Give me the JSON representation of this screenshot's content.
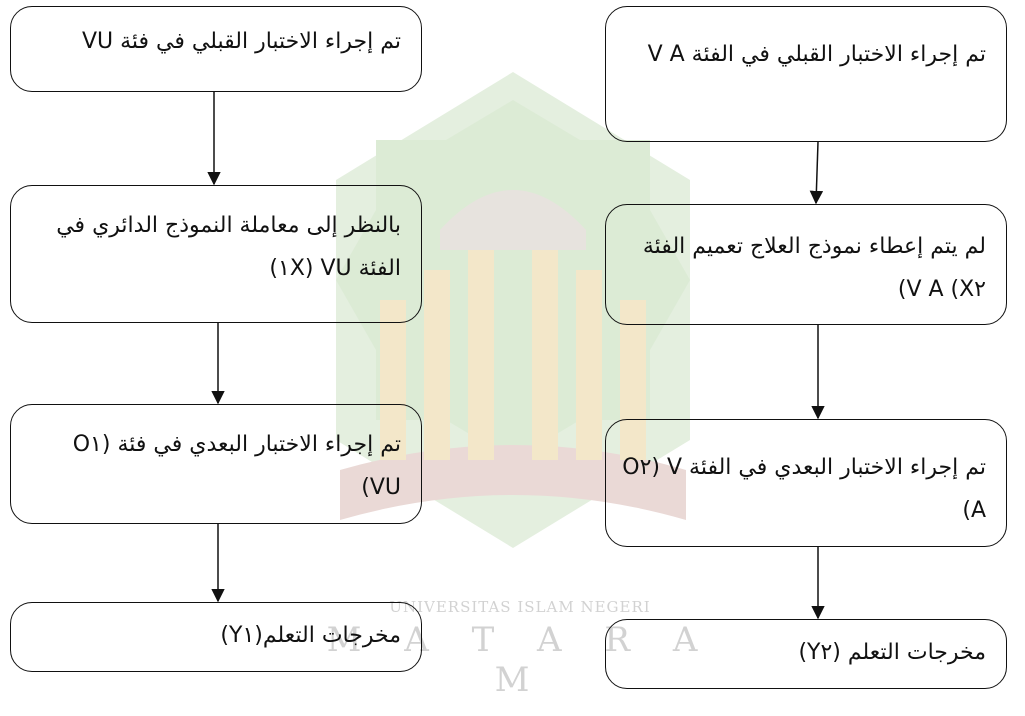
{
  "watermark": {
    "institution": "UNIVERSITAS ISLAM NEGERI",
    "city": "M A T A R A M"
  },
  "left_column": {
    "pretest": "تم إجراء الاختبار القبلي في فئة VU",
    "treatment": "بالنظر إلى معاملة النموذج الدائري في الفئة ١X) VU)",
    "posttest": "تم إجراء الاختبار البعدي في فئة (O١ VU)",
    "outcome": "مخرجات التعلم(Y١)"
  },
  "right_column": {
    "pretest": "تم إجراء الاختبار القبلي في الفئة V A",
    "treatment": "لم يتم إعطاء نموذج العلاج تعميم الفئة X٢) V A)",
    "posttest": "تم إجراء الاختبار البعدي في الفئة V (O٢ A)",
    "outcome": "مخرجات التعلم (Y٢)"
  }
}
